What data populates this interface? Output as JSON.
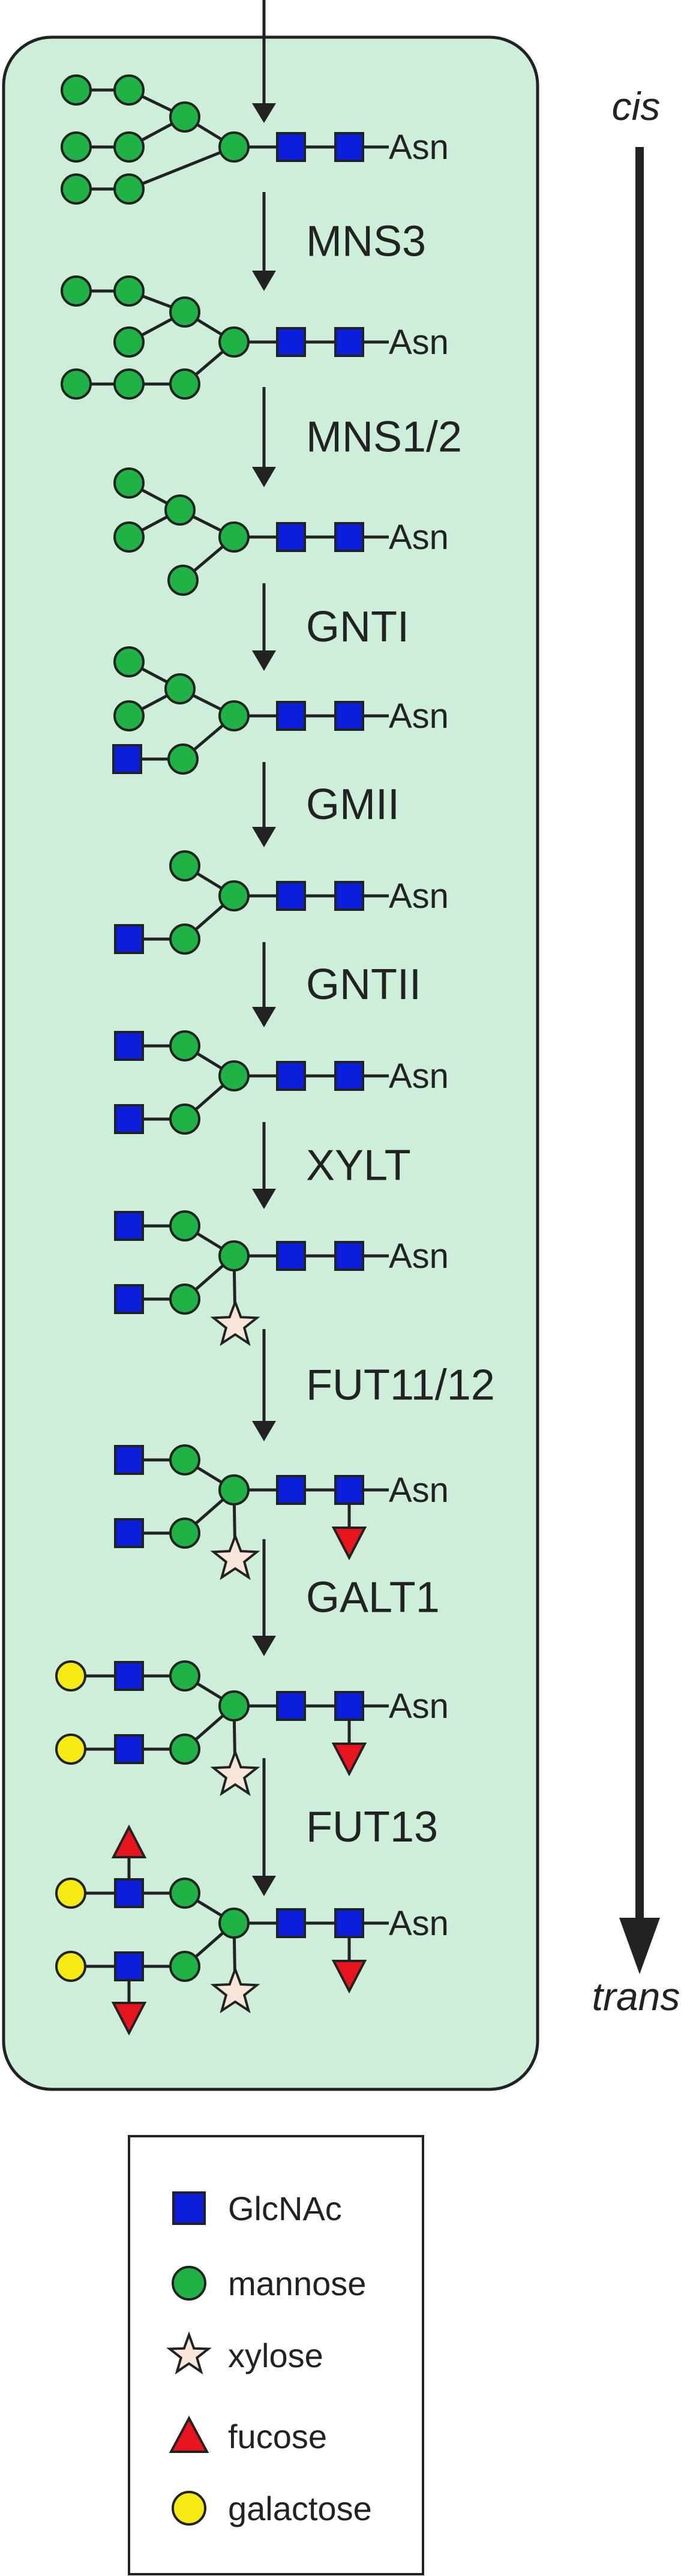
{
  "reducing_end_label": "Asn",
  "compartment": {
    "start_label": "cis",
    "end_label": "trans"
  },
  "enzymes": [
    "MNS3",
    "MNS1/2",
    "GNTI",
    "GMII",
    "GNTII",
    "XYLT",
    "FUT11/12",
    "GALT1",
    "FUT13"
  ],
  "legend": [
    {
      "symbol": "square",
      "color": "#0b1edb",
      "label": "GlcNAc"
    },
    {
      "symbol": "circle",
      "color": "#1fb345",
      "label": "mannose"
    },
    {
      "symbol": "star",
      "color": "#f8e6d8",
      "label": "xylose"
    },
    {
      "symbol": "triangle",
      "color": "#e8141e",
      "label": "fucose"
    },
    {
      "symbol": "circle",
      "color": "#f5ea12",
      "label": "galactose"
    }
  ],
  "colors": {
    "golgi_fill": "#cdeed9",
    "glcnac": "#0b1edb",
    "mannose": "#1fb345",
    "xylose": "#f8e6d8",
    "fucose": "#e8141e",
    "galactose": "#f5ea12",
    "line": "#222222"
  }
}
